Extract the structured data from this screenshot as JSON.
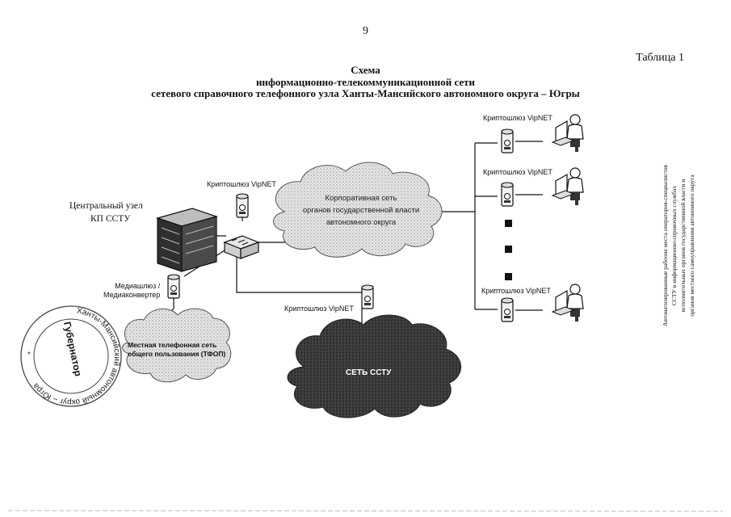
{
  "page_number": "9",
  "table_label": "Таблица 1",
  "title": {
    "line1": "Схема",
    "line2": "информационно-телекоммуникационной сети",
    "line3": "сетевого справочного телефонного узла Ханты-Мансийского автономного округа – Югры"
  },
  "central_node": {
    "line1": "Центральный узел",
    "line2": "КП ССТУ"
  },
  "crypto_gateway_label": "Криптошлюз VipNET",
  "corporate_cloud": {
    "line1": "Корпоративная сеть",
    "line2": "органов государственной власти",
    "line3": "автономного округа"
  },
  "media_gateway": {
    "line1": "Медиашлюз /",
    "line2": "Медиаконвертер"
  },
  "pstn_cloud": {
    "line1": "Местная телефонная сеть",
    "line2": "общего пользования (ТФОП)"
  },
  "sstu_cloud": "СЕТЬ ССТУ",
  "vertical_note": {
    "line1": "Автоматизированные рабочие места операторов-специалистов",
    "line2": "ССТУ в информационно-справочных службах",
    "line3": "исполнительных органов государственной власти и",
    "line4": "органов местного самоуправления автономного округа"
  },
  "stamp": {
    "ring_text": "Ханты-Мансийский автономный округ – Югра",
    "center_text": "Губернатор"
  },
  "colors": {
    "ink": "#111111",
    "cloud_light": "#d8d8d8",
    "cloud_dark": "#2e2e2e"
  }
}
